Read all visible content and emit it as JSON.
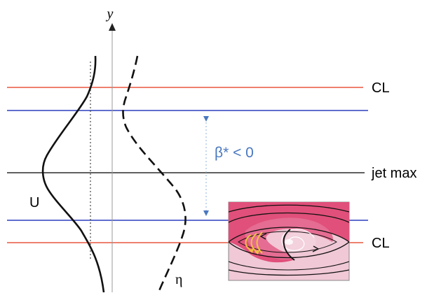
{
  "axis": {
    "y_label": "y"
  },
  "labels": {
    "critical_line_top": "CL",
    "critical_line_bottom": "CL",
    "jet_max": "jet max",
    "beta_region": "β* < 0",
    "velocity_profile": "U",
    "pv_profile": "η"
  },
  "colors": {
    "critical_line": "#e8563f",
    "beta_bound": "#2a3fbf",
    "jet_max_line": "#000000",
    "annotation_blue": "#4a78c0",
    "inset_dark": "#e0507a",
    "inset_light": "#f0c8d6",
    "inset_arrows": "#f0c040"
  }
}
